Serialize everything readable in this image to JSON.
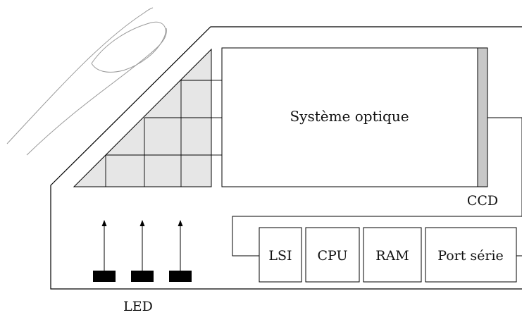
{
  "diagram": {
    "optical_system_label": "Système optique",
    "ccd_label": "CCD",
    "led_label": "LED",
    "chips": [
      {
        "id": "lsi",
        "label": "LSI"
      },
      {
        "id": "cpu",
        "label": "CPU"
      },
      {
        "id": "ram",
        "label": "RAM"
      },
      {
        "id": "serial",
        "label": "Port série"
      }
    ],
    "colors": {
      "stroke": "#000000",
      "prism_fill": "#e6e6e6",
      "ccd_fill": "#c8c8c8",
      "finger_stroke": "#999999",
      "led_fill": "#000000"
    }
  }
}
